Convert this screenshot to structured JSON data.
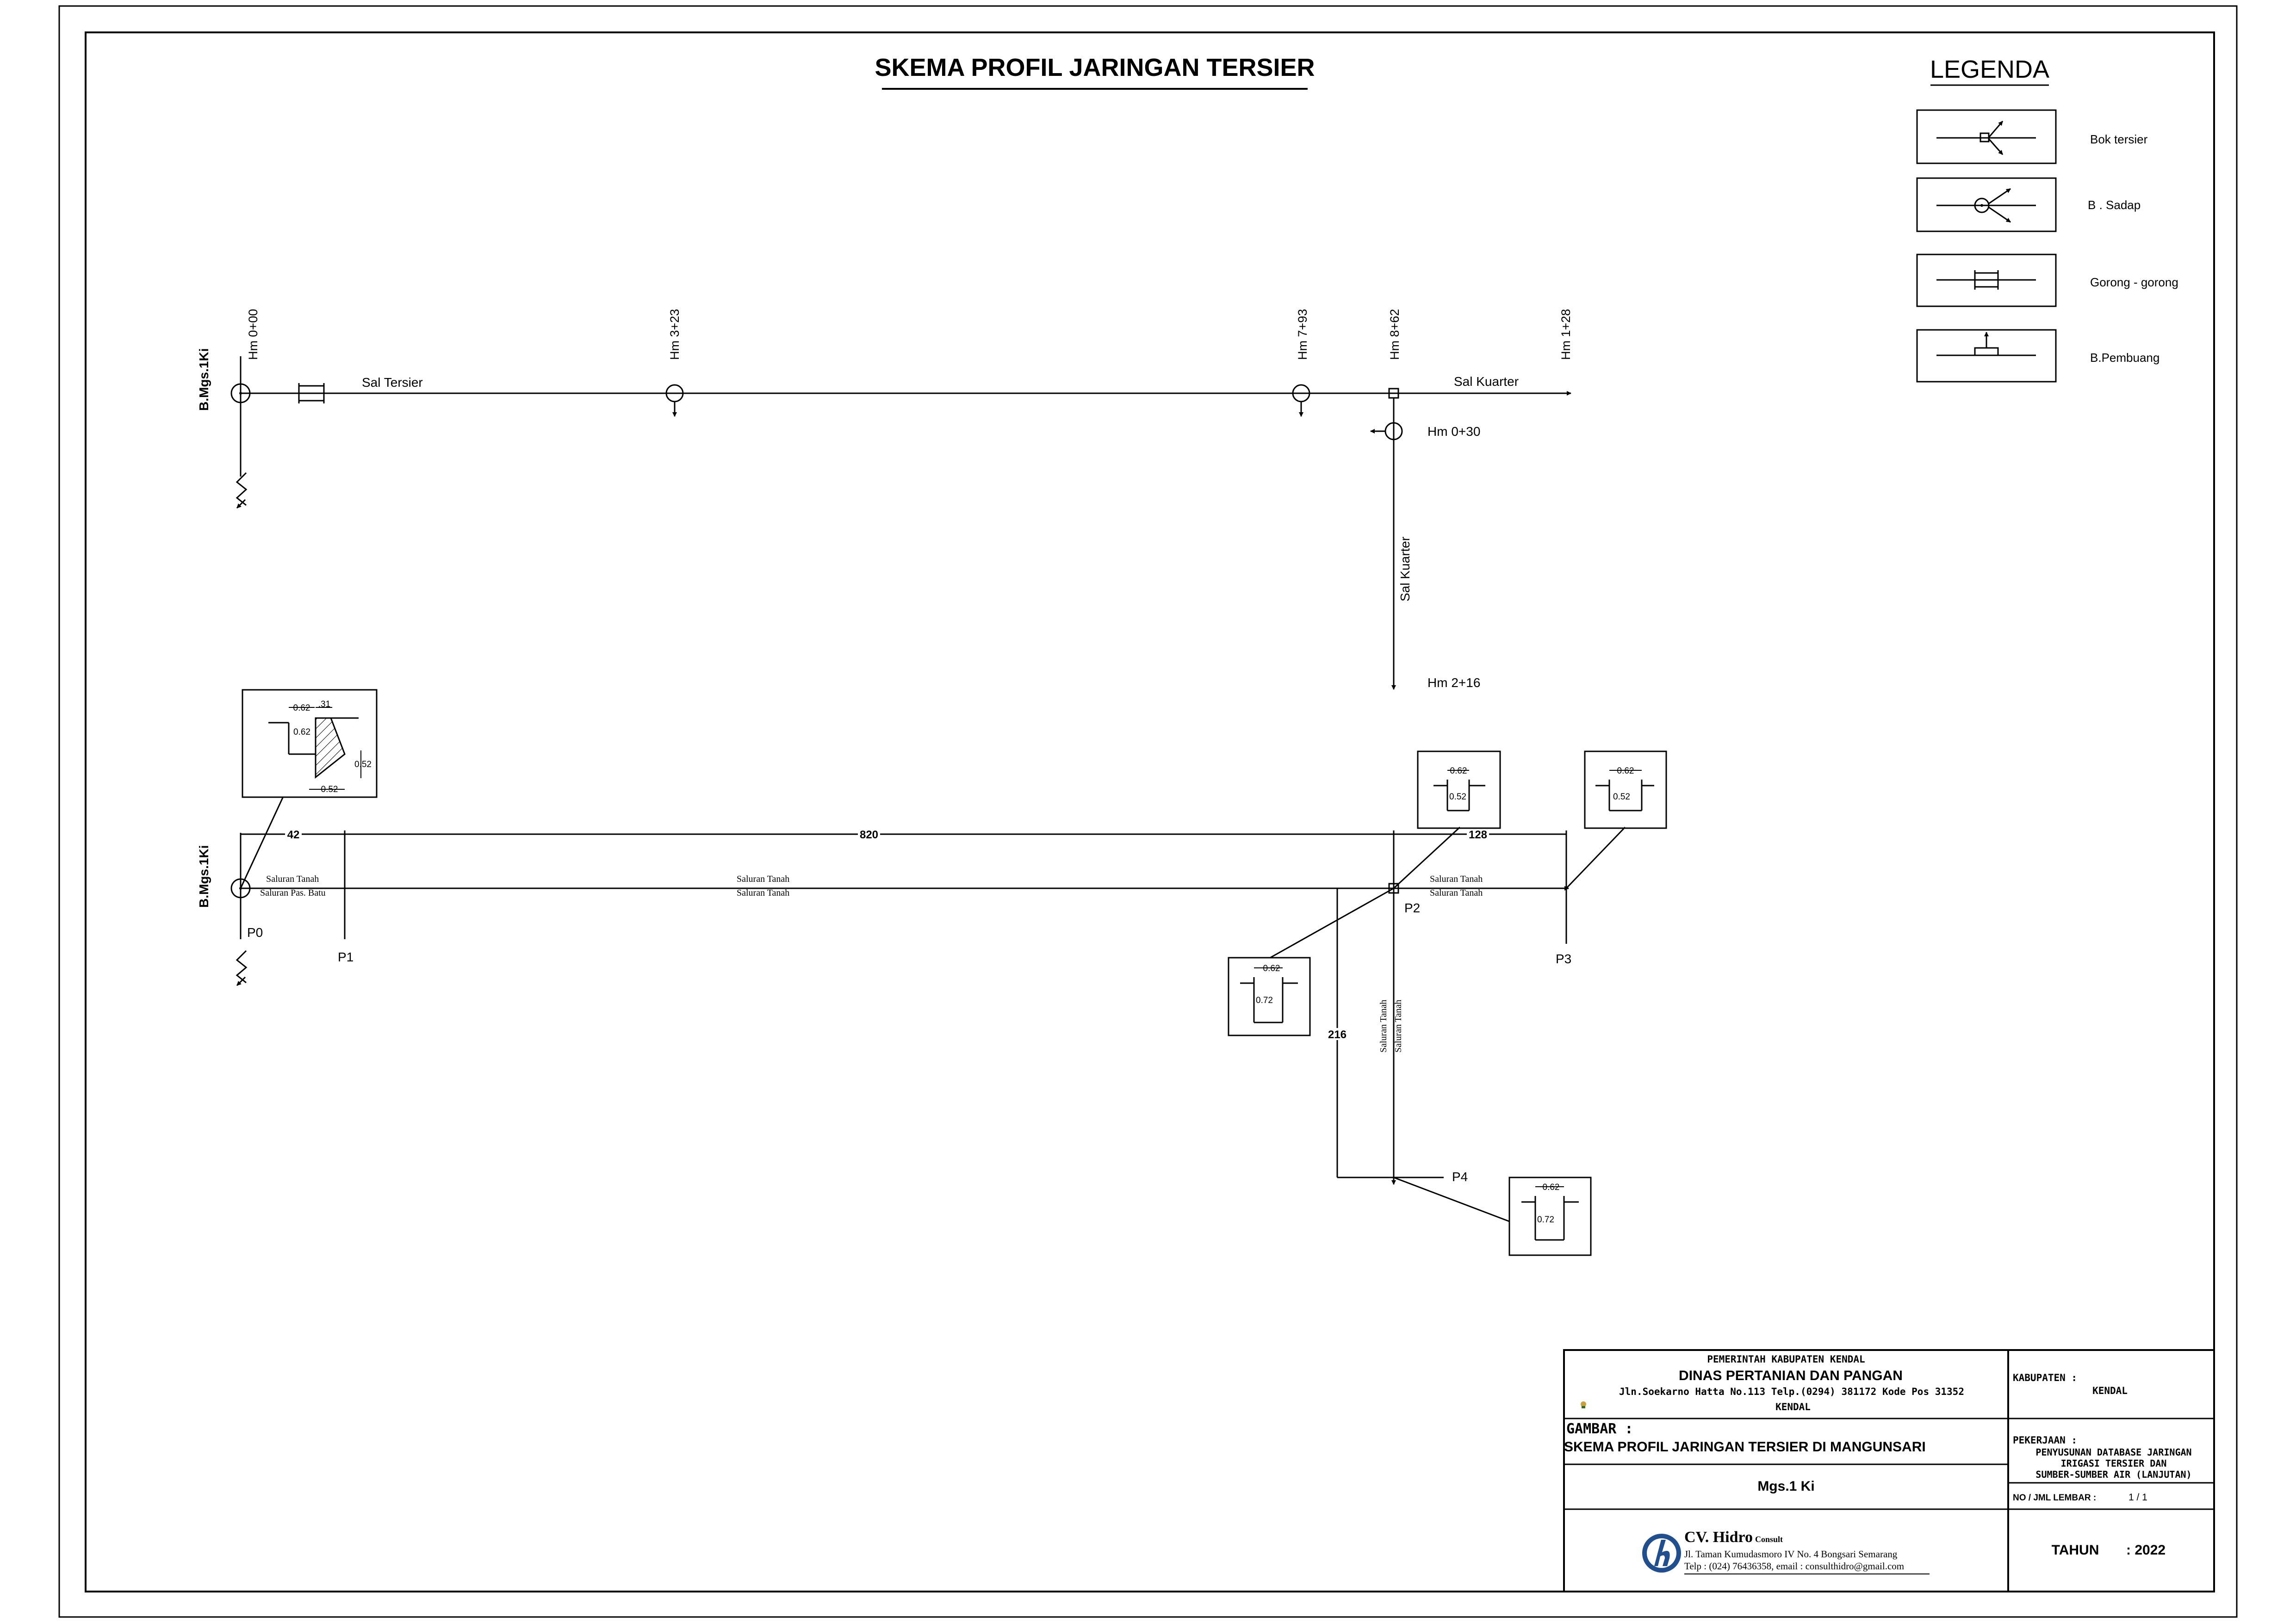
{
  "title": "SKEMA PROFIL JARINGAN TERSIER",
  "legend": {
    "title": "LEGENDA",
    "items": [
      {
        "label": "Bok tersier",
        "icon": "bok-tersier-icon"
      },
      {
        "label": "B . Sadap",
        "icon": "sadap-icon"
      },
      {
        "label": "Gorong - gorong",
        "icon": "culvert-icon"
      },
      {
        "label": "B.Pembuang",
        "icon": "drain-building-icon"
      }
    ]
  },
  "schema": {
    "origin_label": "B.Mgs.1Ki",
    "stations": [
      "Hm 0+00",
      "Hm 3+23",
      "Hm 7+93",
      "Hm 8+62",
      "Hm 1+28"
    ],
    "sal_tersier": "Sal Tersier",
    "sal_kuarter_h": "Sal Kuarter",
    "sal_kuarter_v": "Sal Kuarter",
    "hm_030": "Hm 0+30",
    "hm_216": "Hm 2+16"
  },
  "profile": {
    "origin_label": "B.Mgs.1Ki",
    "points": [
      "P0",
      "P1",
      "P2",
      "P3",
      "P4"
    ],
    "distances": [
      "42",
      "820",
      "128",
      "216"
    ],
    "seg1_top": "Saluran Tanah",
    "seg1_bottom": "Saluran Pas. Batu",
    "seg2_top": "Saluran Tanah",
    "seg2_bottom": "Saluran Tanah",
    "seg3_top": "Saluran Tanah",
    "seg3_bottom": "Saluran Tanah",
    "vert_a": "Saluran Tanah",
    "vert_b": "Saluran Tanah",
    "sections": {
      "p0": {
        "top1": "0.62",
        "top2": ".31",
        "depth": "0.62",
        "side": "0.52",
        "bottom": "0.52"
      },
      "p2": {
        "width": "0.62",
        "depth": "0.52"
      },
      "p3": {
        "width": "0.62",
        "depth": "0.52"
      },
      "p2b": {
        "width": "0.62",
        "depth": "0.72"
      },
      "p4": {
        "width": "0.62",
        "depth": "0.72"
      }
    }
  },
  "title_block": {
    "gov": "PEMERINTAH KABUPATEN KENDAL",
    "dept": "DINAS PERTANIAN DAN PANGAN",
    "address": "Jln.Soekarno Hatta No.113 Telp.(0294) 381172 Kode Pos 31352",
    "city": "KENDAL",
    "kabupaten_label": "KABUPATEN :",
    "kabupaten_value": "KENDAL",
    "gambar_label": "GAMBAR :",
    "gambar_title": "SKEMA PROFIL JARINGAN TERSIER DI MANGUNSARI",
    "gambar_sub": "Mgs.1 Ki",
    "pekerjaan_label": "PEKERJAAN :",
    "pekerjaan_lines": [
      "PENYUSUNAN DATABASE JARINGAN",
      "IRIGASI TERSIER DAN",
      "SUMBER-SUMBER AIR (LANJUTAN)"
    ],
    "lembar_label": "NO / JML LEMBAR :",
    "lembar_value": "1 / 1",
    "company": "CV. Hidro",
    "company_suffix": "Consult",
    "company_addr": "Jl. Taman Kumudasmoro IV No. 4 Bongsari Semarang",
    "company_contact": "Telp : (024) 76436358, email : consulthidro@gmail.com",
    "tahun_label": "TAHUN",
    "tahun_value": ": 2022"
  }
}
